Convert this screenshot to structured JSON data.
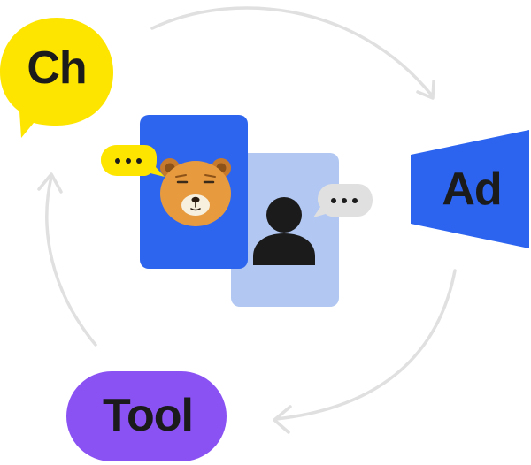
{
  "nodes": {
    "channel": {
      "label": "Ch",
      "color": "#FEE500"
    },
    "ad": {
      "label": "Ad",
      "color": "#2C64F0"
    },
    "tool": {
      "label": "Tool",
      "color": "#8A52F3"
    }
  },
  "center": {
    "bot_card_color": "#2E65EE",
    "user_card_color": "#B2C8F2",
    "bot_bubble_color": "#FEE500",
    "user_bubble_color": "#E0E0E0",
    "bot_icon": "bear-character-icon",
    "user_icon": "person-silhouette-icon",
    "bubble_icon": "ellipsis-icon"
  },
  "cycle": {
    "arrow_color": "#E0E0E0",
    "direction": "clockwise"
  }
}
